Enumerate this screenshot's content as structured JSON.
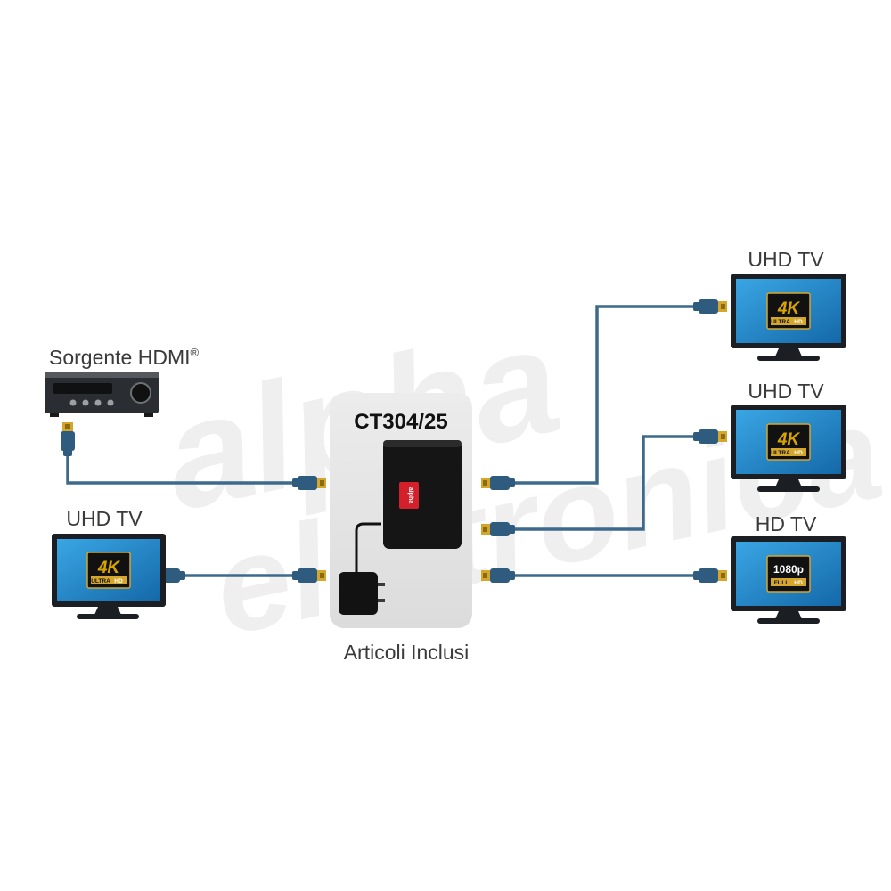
{
  "labels": {
    "source": "Sorgente HDMI",
    "source_mark": "®",
    "model": "CT304/25",
    "included": "Articoli Inclusi",
    "input_tv": "UHD TV",
    "out1": "UHD TV",
    "out2": "UHD TV",
    "out3": "HD TV"
  },
  "badges": {
    "uhd_big": "4K",
    "uhd_small_a": "ULTRA",
    "uhd_small_b": "HD",
    "hd_big": "1080p",
    "hd_small_a": "FULL",
    "hd_small_b": "HD"
  },
  "device_logo": "alpha",
  "colors": {
    "cable": "#3d6a8a",
    "connector": "#2f5c7e",
    "gold": "#d4a72c",
    "screen": "#1f86c9",
    "tv_frame": "#1b1f24",
    "panel_bg": "#e4e4e4",
    "device": "#151515",
    "logo_red": "#d4202a"
  }
}
